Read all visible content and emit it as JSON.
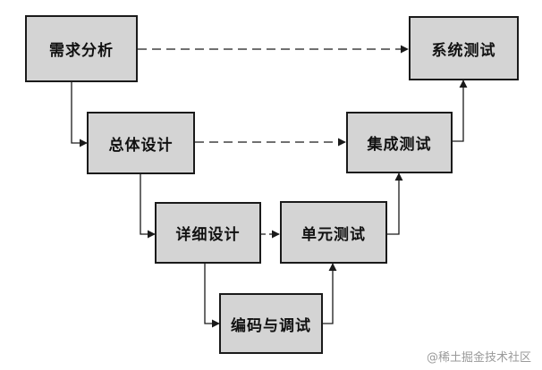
{
  "diagram": {
    "boxes": {
      "requirements_analysis": "需求分析",
      "overall_design": "总体设计",
      "detailed_design": "详细设计",
      "coding_debugging": "编码与调试",
      "unit_testing": "单元测试",
      "integration_testing": "集成测试",
      "system_testing": "系统测试"
    }
  },
  "watermark": "@稀土掘金技术社区"
}
